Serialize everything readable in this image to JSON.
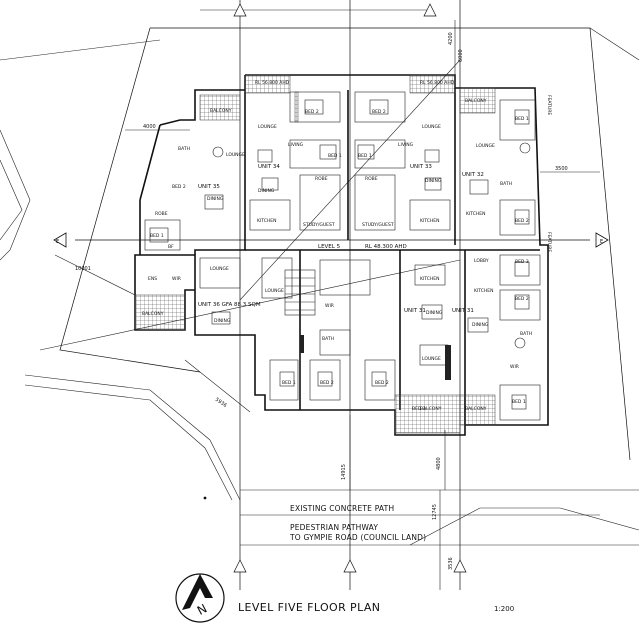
{
  "title": "LEVEL FIVE FLOOR PLAN",
  "scale": "1:200",
  "north_label": "N",
  "level_label": "LEVEL 5",
  "rl_label": "RL 48.300 AHD",
  "paths": {
    "concrete": "EXISTING CONCRETE PATH",
    "pedestrian_line1": "PEDESTRIAN PATHWAY",
    "pedestrian_line2": "TO GYMPIE ROAD (COUNCIL LAND)"
  },
  "grid_markers": {
    "left": "E",
    "right": "E"
  },
  "dimensions": {
    "d4000": "4000",
    "d6000": "6000",
    "d3500": "3500",
    "d10001": "10001",
    "d5936": "5936",
    "d14915": "14915",
    "d4800": "4800",
    "d12745": "12745",
    "d3536": "3536",
    "d4200": "4200"
  },
  "units": {
    "u31": "UNIT 31",
    "u32": "UNIT 32",
    "u33": "UNIT 33",
    "u34": "UNIT 34",
    "u35": "UNIT 35",
    "u36": "UNIT 36 GFA 88.3 SQM"
  },
  "rooms": {
    "balcony": "BALCONY",
    "bed1": "BED 1",
    "bed2": "BED 2",
    "bed3": "BED 3",
    "lounge": "LOUNGE",
    "living": "LIVING",
    "dining": "DINING",
    "kitchen": "KITCHEN",
    "robe": "ROBE",
    "bath": "BATH",
    "ens": "ENS",
    "wir": "WIR",
    "lobby": "LOBBY",
    "study": "STUDY/GUEST",
    "feature": "FEATURE",
    "void": "RL 56.800 AHD",
    "bf": "BF"
  },
  "colors": {
    "ink": "#111111",
    "paper": "#ffffff"
  }
}
